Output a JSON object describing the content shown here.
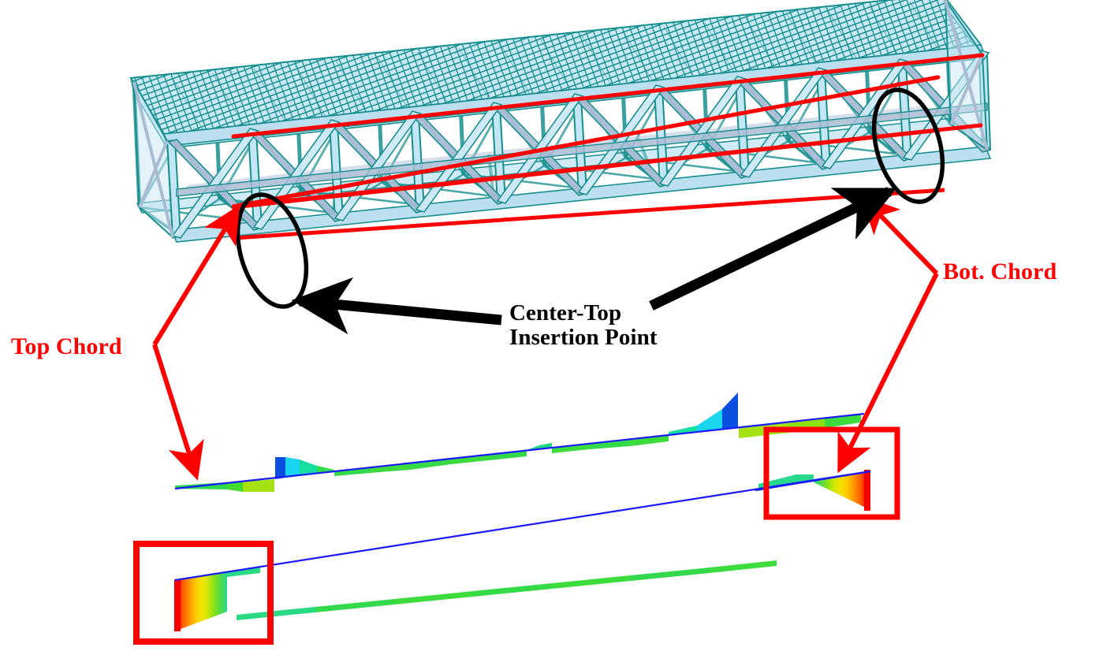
{
  "figure": {
    "kind": "fem-truss-chord-force-diagram",
    "background_color": "#ffffff"
  },
  "labels": {
    "top_chord": "Top Chord",
    "bot_chord": "Bot. Chord",
    "center_top_insertion_point_line1": "Center-Top",
    "center_top_insertion_point_line2": "Insertion Point"
  },
  "colors": {
    "label_red": "#ff0000",
    "label_black": "#000000",
    "annotation_red": "#ff0000",
    "annotation_black": "#000000",
    "chord_highlight_red": "#ff0000",
    "model_edge_teal": "#148f8f",
    "model_face_light": "#bfe6f2",
    "model_face_web": "#a9bcd4",
    "diagram_baseline_blue": "#1a1aff"
  },
  "model": {
    "name": "3d-truss-bridge-with-deck",
    "panel_count": 10,
    "highlighted_members": [
      "top-chord",
      "bottom-chord"
    ],
    "circled_regions": [
      "near-end-vertical",
      "far-end-vertical"
    ]
  },
  "chart_data": [
    {
      "type": "area",
      "name": "top-chord-force-diagram",
      "title": "Top Chord",
      "xlabel": "",
      "ylabel": "",
      "grid": false,
      "legend": false,
      "baseline_color": "#1a1aff",
      "note": "Axial/moment contour plotted normal to the member axis; fill color maps magnitude low(blue)->high(red)",
      "x": [
        0,
        0.06,
        0.12,
        0.18,
        0.24,
        0.3,
        0.36,
        0.42,
        0.48,
        0.54,
        0.6,
        0.66,
        0.72,
        0.78,
        0.84,
        0.9,
        0.96,
        1.0
      ],
      "values": [
        0.02,
        0.1,
        0.16,
        0.18,
        -0.62,
        -0.44,
        -0.28,
        -0.16,
        0.1,
        0.12,
        0.14,
        0.08,
        0.16,
        0.2,
        -0.3,
        -0.55,
        0.26,
        0.16
      ],
      "ylim": [
        -0.7,
        0.35
      ],
      "color_stops": [
        "#0000ff",
        "#00ffff",
        "#00ff7f",
        "#32d84b",
        "#7fe000",
        "#aee000"
      ]
    },
    {
      "type": "area",
      "name": "bottom-chord-force-diagram",
      "title": "Bot. Chord",
      "xlabel": "",
      "ylabel": "",
      "grid": false,
      "legend": false,
      "baseline_color": "#1a1aff",
      "note": "Peak magnitude at the member end inside the red call-out box; fill ramps green->yellow->orange->red",
      "x": [
        0,
        0.06,
        0.12,
        0.18,
        0.24,
        0.3,
        0.36,
        0.42,
        0.48,
        0.54,
        0.6,
        0.66,
        0.72,
        0.78,
        0.84,
        0.9,
        0.96,
        1.0
      ],
      "values": [
        1.0,
        0.8,
        0.6,
        0.42,
        0.26,
        0.14,
        0.1,
        0.08,
        0.07,
        0.06,
        0.06,
        0.05,
        0.06,
        0.07,
        0.1,
        0.3,
        0.7,
        1.0
      ],
      "ylim": [
        0,
        1.05
      ],
      "color_stops": [
        "#ff0000",
        "#ff6600",
        "#ff9900",
        "#ffcc00",
        "#ffff00",
        "#ccff00",
        "#66dd22",
        "#00e08a"
      ]
    }
  ],
  "callouts": [
    {
      "name": "top-chord-callout",
      "label": "Top Chord",
      "color": "#ff0000",
      "targets": [
        "truss-top-chord",
        "top-chord-diagram-left-end"
      ]
    },
    {
      "name": "bot-chord-callout",
      "label": "Bot. Chord",
      "color": "#ff0000",
      "targets": [
        "truss-bottom-chord",
        "bottom-chord-diagram-peak"
      ]
    },
    {
      "name": "insertion-point-callout",
      "label": "Center-Top Insertion Point",
      "color": "#000000",
      "targets": [
        "near-end-vertical",
        "far-end-vertical"
      ]
    }
  ],
  "highlight_boxes": [
    {
      "name": "bottom-chord-right-zoom-box",
      "color": "#ff0000"
    },
    {
      "name": "bottom-chord-left-zoom-box",
      "color": "#ff0000"
    }
  ]
}
